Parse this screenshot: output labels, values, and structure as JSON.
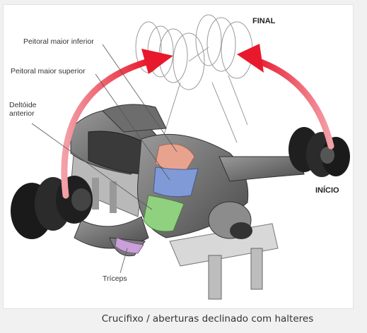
{
  "labels": {
    "final": "FINAL",
    "inicio": "INÍCIO",
    "pectoral_lower": "Peitoral maior inferior",
    "pectoral_upper": "Peitoral maior superior",
    "deltoid": "Deltóide\nanterior",
    "triceps": "Tríceps"
  },
  "caption": "Crucifixo / aberturas declinado com halteres",
  "colors": {
    "arrow": "#e8192c",
    "muscle_lower": "#e8a38f",
    "muscle_upper": "#7f9ad6",
    "muscle_deltoid": "#8fd17f",
    "muscle_triceps": "#c9a0d8"
  }
}
